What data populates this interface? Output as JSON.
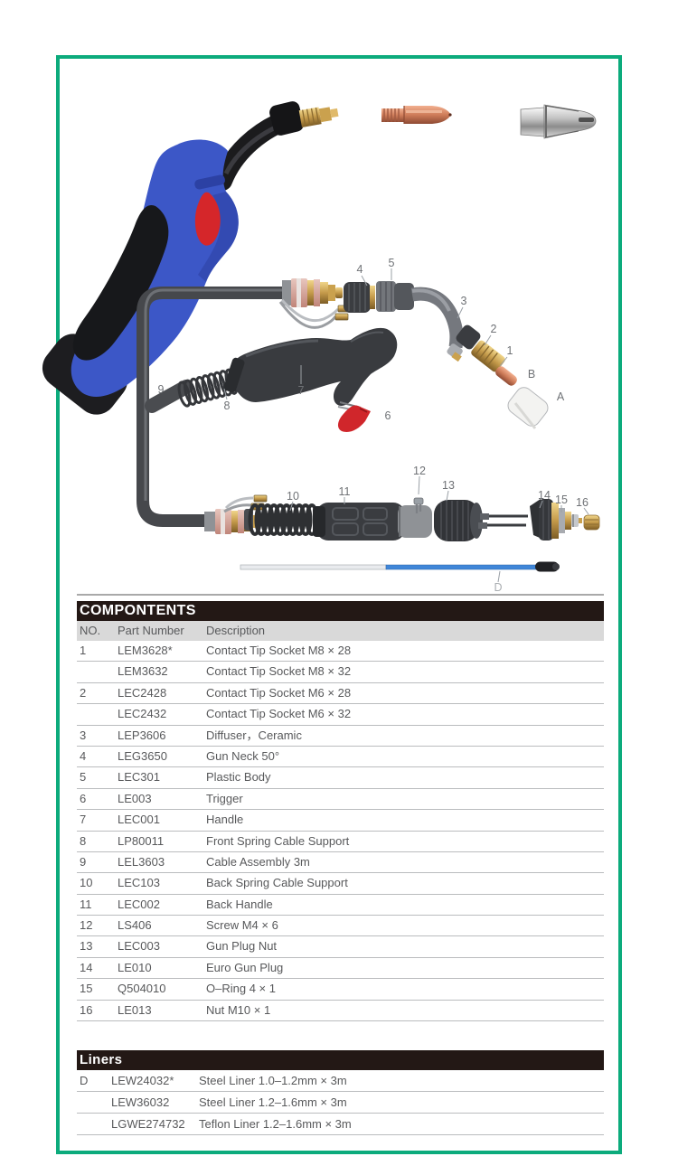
{
  "page": {
    "border_color": "#0cab7c",
    "background": "#ffffff"
  },
  "components_table": {
    "title": "COMPONTENTS",
    "columns": {
      "no": "NO.",
      "part": "Part Number",
      "desc": "Description"
    },
    "rows": [
      {
        "no": "1",
        "part": "LEM3628*",
        "desc": "Contact Tip Socket M8 × 28"
      },
      {
        "no": "",
        "part": "LEM3632",
        "desc": "Contact Tip Socket M8 × 32"
      },
      {
        "no": "2",
        "part": "LEC2428",
        "desc": "Contact Tip Socket M6 × 28"
      },
      {
        "no": "",
        "part": "LEC2432",
        "desc": "Contact Tip Socket M6 × 32"
      },
      {
        "no": "3",
        "part": "LEP3606",
        "desc": "Diffuser，Ceramic"
      },
      {
        "no": "4",
        "part": "LEG3650",
        "desc": "Gun Neck 50°"
      },
      {
        "no": "5",
        "part": "LEC301",
        "desc": "Plastic Body"
      },
      {
        "no": "6",
        "part": "LE003",
        "desc": "Trigger"
      },
      {
        "no": "7",
        "part": "LEC001",
        "desc": "Handle"
      },
      {
        "no": "8",
        "part": "LP80011",
        "desc": "Front Spring Cable Support"
      },
      {
        "no": "9",
        "part": "LEL3603",
        "desc": "Cable Assembly 3m"
      },
      {
        "no": "10",
        "part": "LEC103",
        "desc": "Back Spring Cable Support"
      },
      {
        "no": "11",
        "part": "LEC002",
        "desc": "Back Handle"
      },
      {
        "no": "12",
        "part": "LS406",
        "desc": "Screw M4 × 6"
      },
      {
        "no": "13",
        "part": "LEC003",
        "desc": "Gun Plug Nut"
      },
      {
        "no": "14",
        "part": "LE010",
        "desc": "Euro Gun Plug"
      },
      {
        "no": "15",
        "part": "Q504010",
        "desc": "O–Ring 4 × 1"
      },
      {
        "no": "16",
        "part": "LE013",
        "desc": "Nut M10 × 1"
      }
    ]
  },
  "liners_table": {
    "title": "Liners",
    "rows": [
      {
        "no": "D",
        "part": "LEW24032*",
        "desc": "Steel Liner 1.0–1.2mm × 3m"
      },
      {
        "no": "",
        "part": "LEW36032",
        "desc": "Steel Liner 1.2–1.6mm × 3m"
      },
      {
        "no": "",
        "part": "LGWE274732",
        "desc": "Teflon Liner 1.2–1.6mm × 3m"
      }
    ]
  },
  "diagram": {
    "callouts": [
      {
        "text": "4"
      },
      {
        "text": "5"
      },
      {
        "text": "3"
      },
      {
        "text": "2"
      },
      {
        "text": "1"
      },
      {
        "text": "B"
      },
      {
        "text": "A"
      },
      {
        "text": "9"
      },
      {
        "text": "8"
      },
      {
        "text": "7"
      },
      {
        "text": "6"
      },
      {
        "text": "10"
      },
      {
        "text": "11"
      },
      {
        "text": "12"
      },
      {
        "text": "13"
      },
      {
        "text": "14"
      },
      {
        "text": "15"
      },
      {
        "text": "16"
      },
      {
        "text": "D"
      }
    ]
  }
}
